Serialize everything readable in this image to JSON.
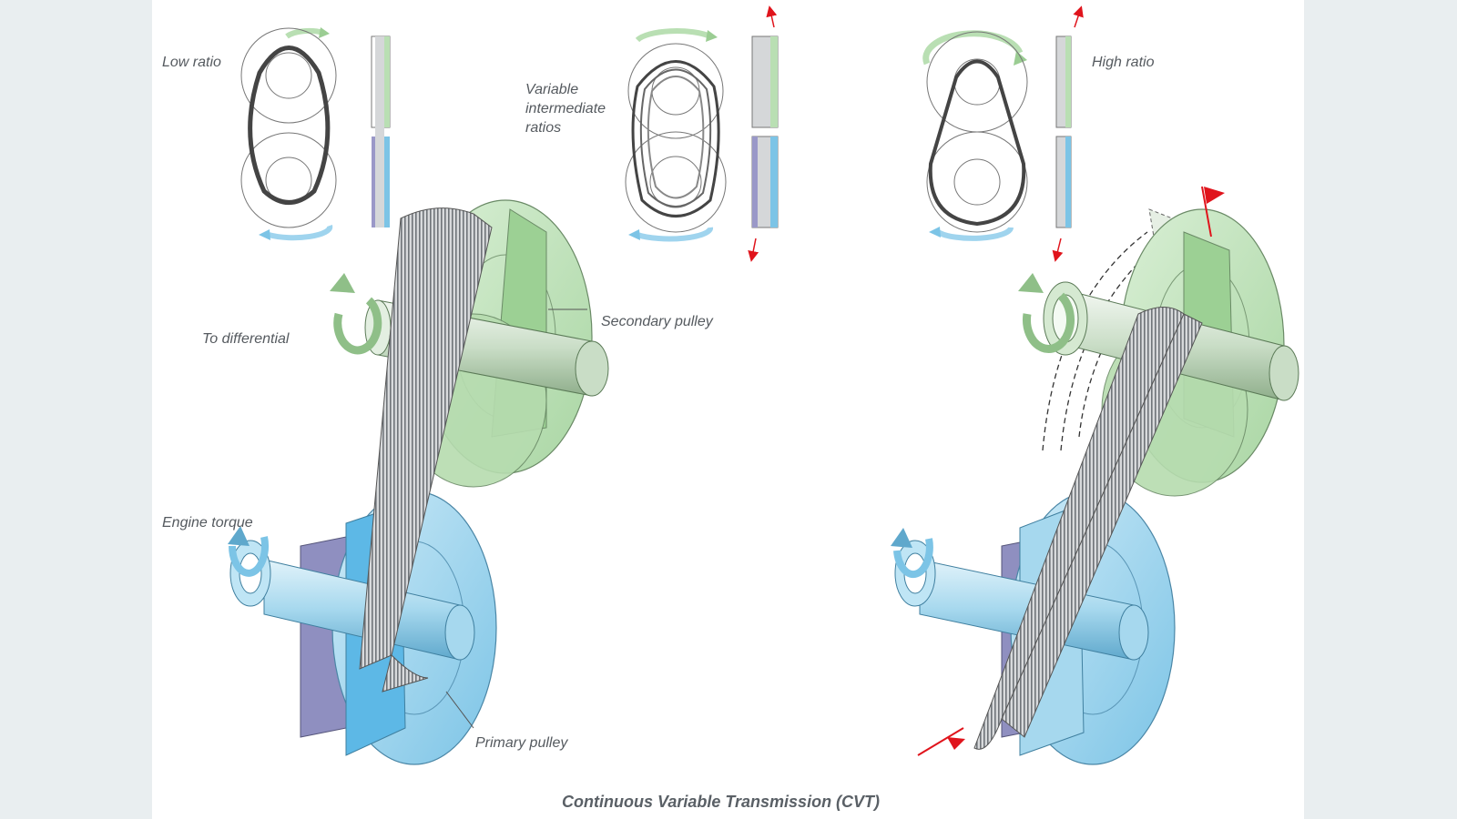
{
  "diagram": {
    "labels": {
      "low_ratio": "Low ratio",
      "variable_line1": "Variable",
      "variable_line2": "intermediate",
      "variable_line3": "ratios",
      "high_ratio": "High ratio",
      "secondary_pulley": "Secondary pulley",
      "to_differential": "To differential",
      "engine_torque": "Engine torque",
      "primary_pulley": "Primary pulley"
    },
    "caption": "Continuous Variable Transmission (CVT)"
  },
  "colors": {
    "secondary_green": "#b9dfb3",
    "primary_blue": "#8fd0ec",
    "shift_red": "#e0141c",
    "backplate_purple": "#8f8fc0",
    "belt_gray": "#6f7479"
  },
  "icons": [
    "rotation-arrow-green-icon",
    "rotation-arrow-blue-icon",
    "shift-arrow-red-icon"
  ]
}
